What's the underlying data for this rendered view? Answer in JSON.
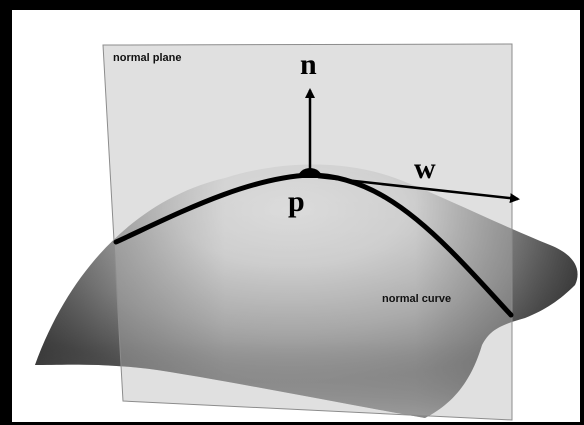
{
  "diagram": {
    "labels": {
      "plane": "normal plane",
      "curve": "normal curve",
      "normal_vector": "n",
      "tangent_vector": "w",
      "point": "p"
    }
  }
}
